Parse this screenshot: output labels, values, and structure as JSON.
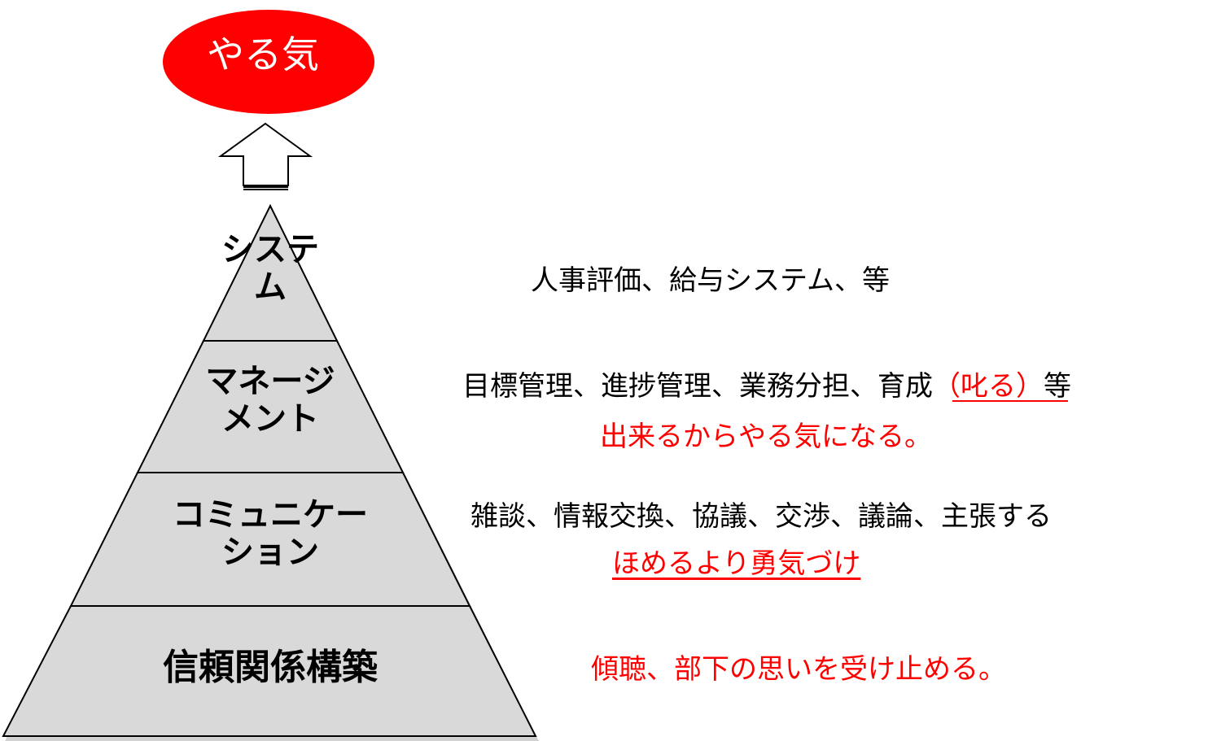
{
  "goal": {
    "label": "やる気",
    "color": "#ff0000"
  },
  "pyramid": {
    "fill": "#d9d9d9",
    "layers": [
      {
        "id": "system",
        "label_lines": [
          "システ",
          "ム"
        ]
      },
      {
        "id": "management",
        "label_lines": [
          "マネージ",
          "メント"
        ]
      },
      {
        "id": "communication",
        "label_lines": [
          "コミュニケー",
          "ション"
        ]
      },
      {
        "id": "trust",
        "label_lines": [
          "信頼関係構築"
        ]
      }
    ]
  },
  "descriptions": {
    "system": {
      "text": "人事評価、給与システム、等"
    },
    "management": {
      "text_before": "目標管理、進捗管理、業務分担、育成",
      "text_highlight": "（叱る）",
      "text_after": "等",
      "note": "出来るからやる気になる。"
    },
    "communication": {
      "text": "雑談、情報交換、協議、交渉、議論、主張する",
      "note": "ほめるより勇気づけ"
    },
    "trust": {
      "text": "傾聴、部下の思いを受け止める。"
    }
  },
  "accent_color": "#ff0000"
}
